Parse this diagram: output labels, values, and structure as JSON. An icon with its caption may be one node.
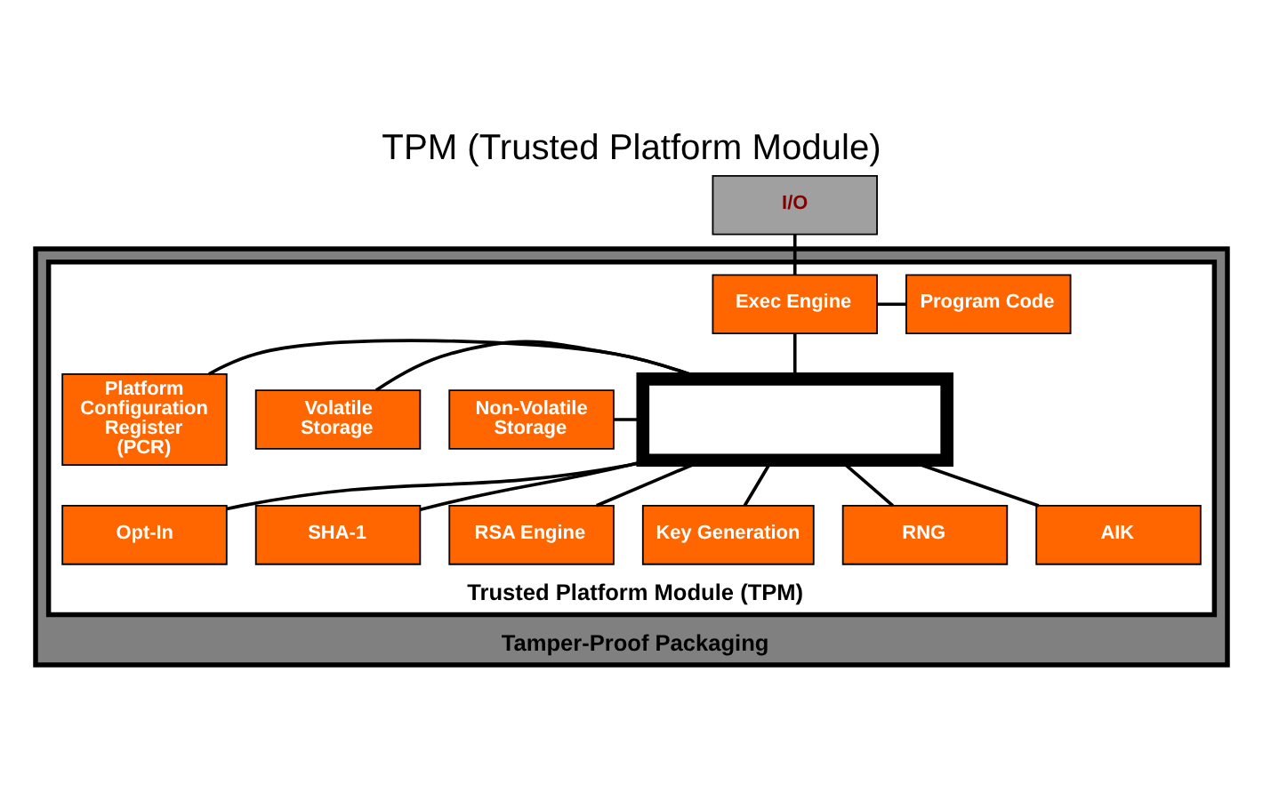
{
  "diagram": {
    "title": "TPM (Trusted Platform Module)",
    "nodes": [
      {
        "text": [
          "Tamper-Proof Packaging"
        ]
      },
      {
        "text": [
          "Trusted Platform Module (TPM)"
        ],
        "in": 0
      },
      {
        "text": [
          "I/O"
        ]
      },
      {
        "text": [
          "Non-Volatile Storage"
        ],
        "in": 1
      },
      {
        "text": [
          "Exec Engine"
        ],
        "in": 1
      },
      {
        "text": [
          "Program Code"
        ],
        "in": 1
      },
      {
        "text": [
          "Volatile Storage"
        ],
        "in": 1
      },
      {
        "text": [],
        "shape": "box",
        "in": 1
      },
      {
        "text": [
          "Opt-In"
        ],
        "in": 1
      },
      {
        "text": [
          "SHA-1"
        ],
        "in": 1
      },
      {
        "text": [
          "Platform Configuration Register (PCR)"
        ],
        "in": 1
      },
      {
        "text": [
          "RSA Engine"
        ],
        "in": 1
      },
      {
        "text": [
          "Key Generation"
        ],
        "in": 1
      },
      {
        "text": [
          "RNG"
        ],
        "in": 1
      },
      {
        "text": [
          "AIK"
        ],
        "in": 1
      }
    ],
    "edges": [
      {
        "from": 2,
        "to": 4,
        "arrow": "none"
      },
      {
        "from": 4,
        "to": 5,
        "arrow": "none"
      },
      {
        "from": 4,
        "to": 7,
        "arrow": "none"
      },
      {
        "from": 3,
        "to": 7,
        "arrow": "none"
      },
      {
        "from": 6,
        "to": 7,
        "arrow": "none"
      },
      {
        "from": 10,
        "to": 7,
        "arrow": "none"
      },
      {
        "from": 7,
        "to": 11,
        "arrow": "none"
      },
      {
        "from": 7,
        "to": 12,
        "arrow": "none"
      },
      {
        "from": 7,
        "to": 8,
        "arrow": "none"
      },
      {
        "from": 7,
        "to": 9,
        "arrow": "none"
      },
      {
        "from": 7,
        "to": 13,
        "arrow": "none"
      },
      {
        "from": 7,
        "to": 14,
        "arrow": "none"
      }
    ]
  }
}
